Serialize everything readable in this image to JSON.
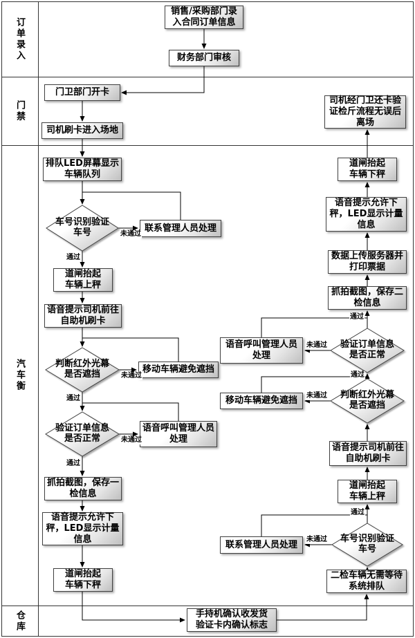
{
  "lanes": [
    {
      "label": "订单录入"
    },
    {
      "label": "门禁"
    },
    {
      "label": "汽车衡"
    },
    {
      "label": "仓库"
    }
  ],
  "nodes": {
    "order_entry": "销售/采购部门录\n入合同订单信息",
    "finance_review": "财务部门审核",
    "guard_card": "门卫部门开卡",
    "driver_enter": "司机刷卡进入场地",
    "queue_led": "排队LED屏幕显示\n车辆队列",
    "verify_plate_1": "车号识别验证\n车号",
    "contact_admin_1": "联系管理人员处理",
    "barrier_up_1": "道闸抬起\n车辆上秤",
    "voice_swipe_1": "语音提示司机前往\n自助机刷卡",
    "ir_curtain_1": "判断红外光幕\n是否遮挡",
    "move_vehicle_1": "移动车辆避免遮挡",
    "verify_order_1": "验证订单信息\n是否正常",
    "voice_call_1": "语音呼叫管理人员\n处理",
    "capture_first": "抓拍截图，保存一\n检信息",
    "voice_allow_1": "语音提示允许下\n秤，LED显示计量\n信息",
    "barrier_down_1": "道闸抬起\n车辆下秤",
    "warehouse_confirm": "手持机确认收发货\n验证卡内确认标志",
    "second_inspection": "二检车辆无需等待\n系统排队",
    "verify_plate_2": "车号识别验证\n车号",
    "contact_admin_2": "联系管理人员处理",
    "barrier_up_2": "道闸抬起\n车辆上秤",
    "voice_swipe_2": "语音提示司机前往\n自助机刷卡",
    "ir_curtain_2": "判断红外光幕\n是否遮挡",
    "move_vehicle_2": "移动车辆避免遮挡",
    "verify_order_2": "验证订单信息\n是否正常",
    "voice_call_2": "语音呼叫管理人员\n处理",
    "capture_second": "抓拍截图，保存二\n检信息",
    "upload_print": "数据上传服务器并\n打印票据",
    "voice_allow_2": "语音提示允许下\n秤，LED显示计量\n信息",
    "barrier_down_2": "道闸抬起\n车辆下秤",
    "driver_exit": "司机经门卫还卡验\n证检斤流程无误后\n离场"
  },
  "labels": {
    "pass": "通过",
    "fail": "未通过"
  },
  "colors": {
    "background": "#ffffff",
    "frame": "#333333",
    "node_border": "#404040",
    "node_fill_light": "#ffffff",
    "node_fill_dark": "#bfbfbf",
    "line": "#000000",
    "text": "#000000"
  },
  "edges": [
    {
      "from": "order_entry",
      "to": "finance_review",
      "label": ""
    },
    {
      "from": "finance_review",
      "to": "guard_card",
      "label": ""
    },
    {
      "from": "guard_card",
      "to": "driver_enter",
      "label": ""
    },
    {
      "from": "driver_enter",
      "to": "queue_led",
      "label": ""
    },
    {
      "from": "queue_led",
      "to": "verify_plate_1",
      "label": ""
    },
    {
      "from": "verify_plate_1",
      "to": "contact_admin_1",
      "label": "未通过"
    },
    {
      "from": "contact_admin_1",
      "to": "verify_plate_1",
      "label": ""
    },
    {
      "from": "verify_plate_1",
      "to": "barrier_up_1",
      "label": "通过"
    },
    {
      "from": "barrier_up_1",
      "to": "voice_swipe_1",
      "label": ""
    },
    {
      "from": "voice_swipe_1",
      "to": "ir_curtain_1",
      "label": ""
    },
    {
      "from": "ir_curtain_1",
      "to": "move_vehicle_1",
      "label": "未通过"
    },
    {
      "from": "move_vehicle_1",
      "to": "ir_curtain_1",
      "label": ""
    },
    {
      "from": "ir_curtain_1",
      "to": "verify_order_1",
      "label": "通过"
    },
    {
      "from": "verify_order_1",
      "to": "voice_call_1",
      "label": "未通过"
    },
    {
      "from": "voice_call_1",
      "to": "verify_order_1",
      "label": ""
    },
    {
      "from": "verify_order_1",
      "to": "capture_first",
      "label": "通过"
    },
    {
      "from": "capture_first",
      "to": "voice_allow_1",
      "label": ""
    },
    {
      "from": "voice_allow_1",
      "to": "barrier_down_1",
      "label": ""
    },
    {
      "from": "barrier_down_1",
      "to": "warehouse_confirm",
      "label": ""
    },
    {
      "from": "warehouse_confirm",
      "to": "second_inspection",
      "label": ""
    },
    {
      "from": "second_inspection",
      "to": "verify_plate_2",
      "label": ""
    },
    {
      "from": "verify_plate_2",
      "to": "contact_admin_2",
      "label": "未通过"
    },
    {
      "from": "contact_admin_2",
      "to": "verify_plate_2",
      "label": ""
    },
    {
      "from": "verify_plate_2",
      "to": "barrier_up_2",
      "label": "通过"
    },
    {
      "from": "barrier_up_2",
      "to": "voice_swipe_2",
      "label": ""
    },
    {
      "from": "voice_swipe_2",
      "to": "ir_curtain_2",
      "label": ""
    },
    {
      "from": "ir_curtain_2",
      "to": "move_vehicle_2",
      "label": "未通过"
    },
    {
      "from": "move_vehicle_2",
      "to": "ir_curtain_2",
      "label": ""
    },
    {
      "from": "ir_curtain_2",
      "to": "verify_order_2",
      "label": "通过"
    },
    {
      "from": "verify_order_2",
      "to": "voice_call_2",
      "label": "未通过"
    },
    {
      "from": "voice_call_2",
      "to": "verify_order_2",
      "label": ""
    },
    {
      "from": "verify_order_2",
      "to": "capture_second",
      "label": "通过"
    },
    {
      "from": "capture_second",
      "to": "upload_print",
      "label": ""
    },
    {
      "from": "upload_print",
      "to": "voice_allow_2",
      "label": ""
    },
    {
      "from": "voice_allow_2",
      "to": "barrier_down_2",
      "label": ""
    },
    {
      "from": "barrier_down_2",
      "to": "driver_exit",
      "label": ""
    }
  ]
}
